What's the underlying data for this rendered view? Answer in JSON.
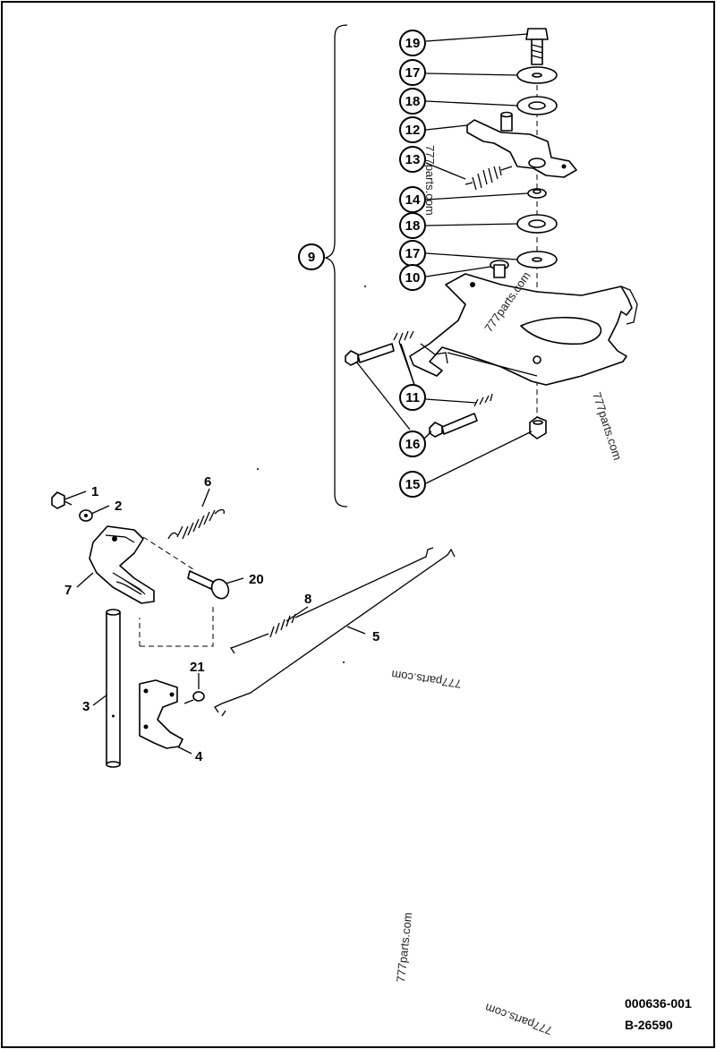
{
  "diagram": {
    "callouts_circled": [
      {
        "id": "c19",
        "label": "19"
      },
      {
        "id": "c17a",
        "label": "17"
      },
      {
        "id": "c18a",
        "label": "18"
      },
      {
        "id": "c12",
        "label": "12"
      },
      {
        "id": "c13",
        "label": "13"
      },
      {
        "id": "c14",
        "label": "14"
      },
      {
        "id": "c18b",
        "label": "18"
      },
      {
        "id": "c17b",
        "label": "17"
      },
      {
        "id": "c10",
        "label": "10"
      },
      {
        "id": "c9",
        "label": "9"
      },
      {
        "id": "c11",
        "label": "11"
      },
      {
        "id": "c16",
        "label": "16"
      },
      {
        "id": "c15",
        "label": "15"
      },
      {
        "id": "c20",
        "label": "20"
      }
    ],
    "callouts_plain": [
      {
        "id": "p1",
        "label": "1"
      },
      {
        "id": "p2",
        "label": "2"
      },
      {
        "id": "p6",
        "label": "6"
      },
      {
        "id": "p7",
        "label": "7"
      },
      {
        "id": "p8",
        "label": "8"
      },
      {
        "id": "p5",
        "label": "5"
      },
      {
        "id": "p21",
        "label": "21"
      },
      {
        "id": "p3",
        "label": "3"
      },
      {
        "id": "p4",
        "label": "4"
      }
    ],
    "watermarks": [
      "777parts.com",
      "777parts.com",
      "777parts.com",
      "777parts.com",
      "777parts.com",
      "777parts.com"
    ],
    "drawing_number": "000636-001",
    "reference_number": "B-26590"
  }
}
